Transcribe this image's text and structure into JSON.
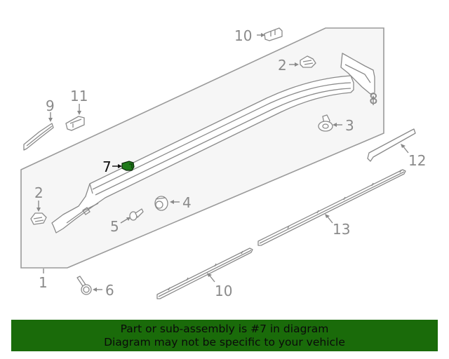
{
  "diagram": {
    "highlighted_part": "7",
    "highlight_color": "#1f7a1a",
    "line_color": "#8a8a8a",
    "panel_fill": "#f6f6f6",
    "callouts": [
      {
        "id": "c1",
        "label": "1"
      },
      {
        "id": "c2a",
        "label": "2"
      },
      {
        "id": "c2b",
        "label": "2"
      },
      {
        "id": "c3",
        "label": "3"
      },
      {
        "id": "c4",
        "label": "4"
      },
      {
        "id": "c5",
        "label": "5"
      },
      {
        "id": "c6",
        "label": "6"
      },
      {
        "id": "c7",
        "label": "7"
      },
      {
        "id": "c8",
        "label": "8"
      },
      {
        "id": "c9",
        "label": "9"
      },
      {
        "id": "c10a",
        "label": "10"
      },
      {
        "id": "c10b",
        "label": "10"
      },
      {
        "id": "c11",
        "label": "11"
      },
      {
        "id": "c12",
        "label": "12"
      },
      {
        "id": "c13",
        "label": "13"
      }
    ]
  },
  "banner": {
    "line1": "Part or sub-assembly is #7 in diagram",
    "line2": "Diagram may not be specific to your vehicle",
    "background": "#1a6b0a"
  }
}
